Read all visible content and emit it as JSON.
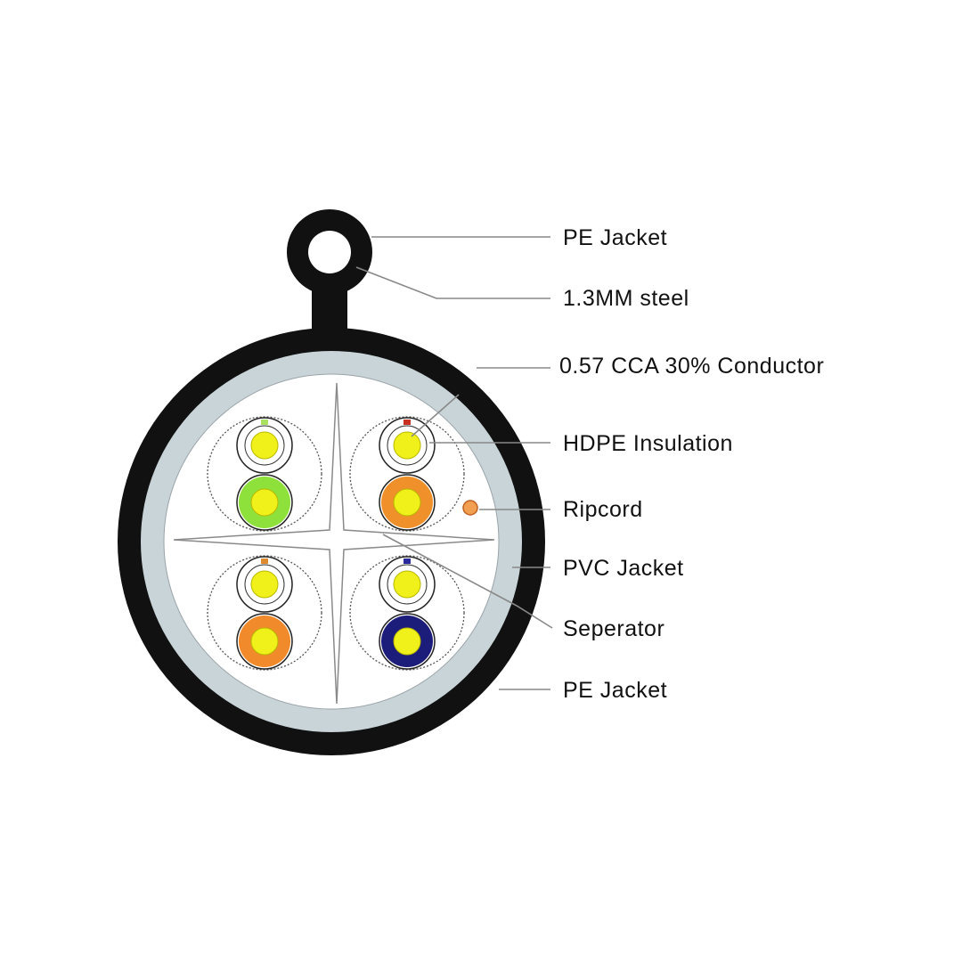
{
  "labels": {
    "pe_jacket_top": "PE Jacket",
    "steel": "1.3MM steel",
    "conductor": "0.57 CCA 30% Conductor",
    "hdpe": "HDPE Insulation",
    "ripcord": "Ripcord",
    "pvc_jacket": "PVC Jacket",
    "separator": "Seperator",
    "pe_jacket_bottom": "PE Jacket"
  },
  "colors": {
    "pe_jacket": "#111111",
    "pvc_jacket": "#c9d4d8",
    "conductor": "#f0f01a",
    "pair_green": "#8ee03a",
    "pair_orange_brown": "#f0902a",
    "pair_orange": "#f08a2a",
    "pair_blue": "#1c1c7a",
    "ripcord": "#f0a050",
    "leader_line": "#888888"
  },
  "pairs": [
    {
      "position": "top-left",
      "stripe": "#a8e060",
      "color": "pair_green"
    },
    {
      "position": "top-right",
      "stripe": "#c83020",
      "color": "pair_orange_brown"
    },
    {
      "position": "bottom-left",
      "stripe": "#e08a30",
      "color": "pair_orange"
    },
    {
      "position": "bottom-right",
      "stripe": "#2a2a9a",
      "color": "pair_blue"
    }
  ]
}
